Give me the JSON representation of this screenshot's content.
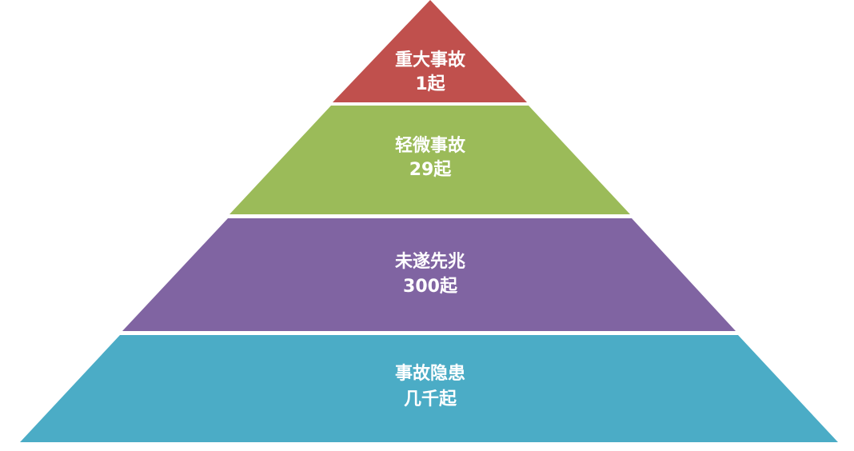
{
  "diagram": {
    "levels": [
      {
        "label": "重大事故",
        "count": "1起",
        "color": "#c0504d"
      },
      {
        "label": "轻微事故",
        "count": "29起",
        "color": "#9bbb59"
      },
      {
        "label": "未遂先兆",
        "count": "300起",
        "color": "#8064a2"
      },
      {
        "label": "事故隐患",
        "count": "几千起",
        "color": "#4bacc6"
      }
    ]
  }
}
